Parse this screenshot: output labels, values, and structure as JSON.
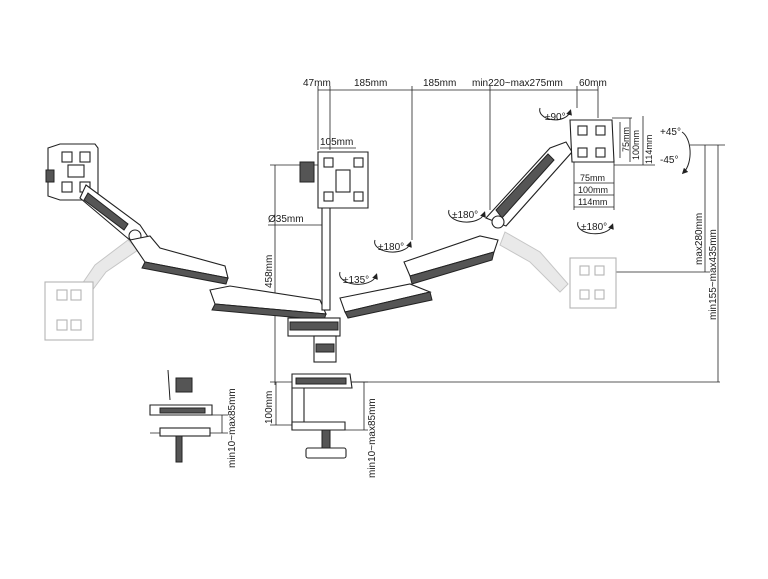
{
  "dimensions": {
    "top_chain": [
      "47mm",
      "185mm",
      "185mm",
      "min220~max275mm",
      "60mm"
    ],
    "center_vesa": "105mm",
    "pole_diameter": "Ø35mm",
    "pole_height": "458mm",
    "clamp_height": "100mm",
    "desk_thickness_main": "min10~max85mm",
    "desk_thickness_inset": "min10~max85mm",
    "vesa_vertical": [
      "75mm",
      "100mm",
      "114mm"
    ],
    "vesa_horizontal": [
      "75mm",
      "100mm",
      "114mm"
    ],
    "tilt": [
      "+45°",
      "-45°"
    ],
    "height_max": "max280mm",
    "height_range": "min155~max435mm"
  },
  "rotations": {
    "head_rotate": "±90°",
    "swivel_right_arm": "±180°",
    "swivel_head_bottom": "±180°",
    "swivel_center": "±180°",
    "swivel_base_arm": "±135°"
  },
  "icons": [
    "vesa-plate-icon",
    "gas-spring-arm-icon",
    "desk-clamp-icon",
    "rotation-arrow-icon"
  ]
}
